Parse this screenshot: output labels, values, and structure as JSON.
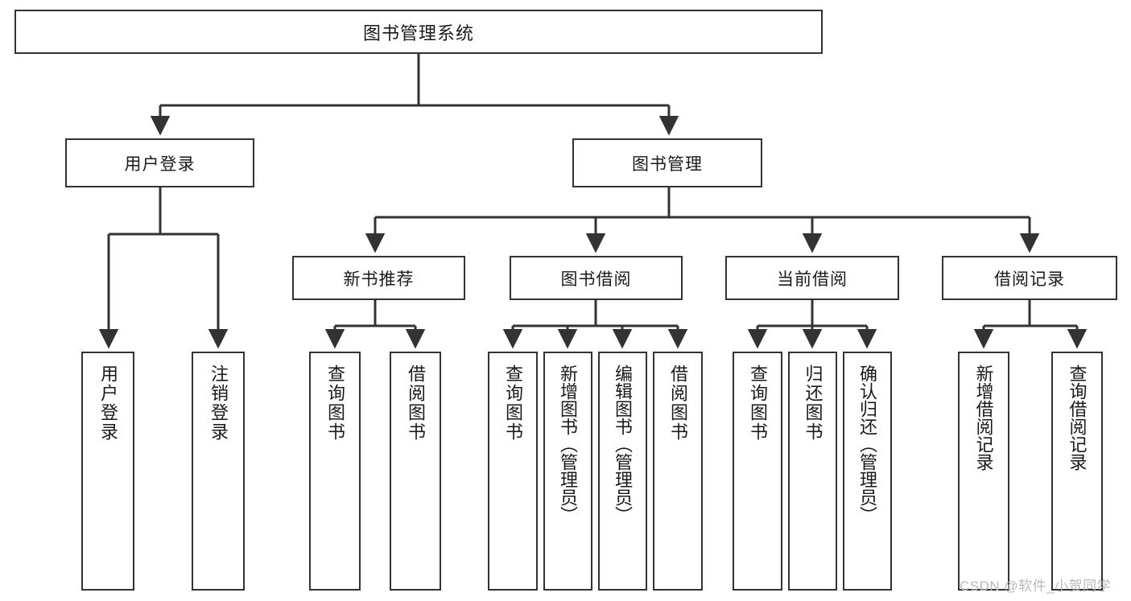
{
  "diagram": {
    "title": "图书管理系统",
    "type": "functional-structure-tree",
    "colors": {
      "box_border": "#333333",
      "box_fill": "#ffffff",
      "edge": "#333333",
      "text": "#1a1a1a",
      "watermark": "#b9b9b9",
      "background": "#ffffff"
    }
  },
  "root": {
    "label": "图书管理系统"
  },
  "level2": [
    {
      "id": "user-login",
      "label": "用户登录"
    },
    {
      "id": "book-manage",
      "label": "图书管理"
    }
  ],
  "level3": [
    {
      "id": "new-book-recommend",
      "label": "新书推荐"
    },
    {
      "id": "book-borrow",
      "label": "图书借阅"
    },
    {
      "id": "current-borrow",
      "label": "当前借阅"
    },
    {
      "id": "borrow-record",
      "label": "借阅记录"
    }
  ],
  "leaves": {
    "user_login": [
      {
        "id": "leaf-user-login",
        "label": "用户登录"
      },
      {
        "id": "leaf-user-logout",
        "label": "注销登录"
      }
    ],
    "new_book_recommend": [
      {
        "id": "leaf-query-book-1",
        "label": "查询图书"
      },
      {
        "id": "leaf-borrow-book-1",
        "label": "借阅图书"
      }
    ],
    "book_borrow": [
      {
        "id": "leaf-query-book-2",
        "label": "查询图书"
      },
      {
        "id": "leaf-add-book",
        "label": "新增图书（管理员）"
      },
      {
        "id": "leaf-edit-book",
        "label": "编辑图书（管理员）"
      },
      {
        "id": "leaf-borrow-book-2",
        "label": "借阅图书"
      }
    ],
    "current_borrow": [
      {
        "id": "leaf-query-book-3",
        "label": "查询图书"
      },
      {
        "id": "leaf-return-book",
        "label": "归还图书"
      },
      {
        "id": "leaf-confirm-return",
        "label": "确认归还（管理员）"
      }
    ],
    "borrow_record": [
      {
        "id": "leaf-add-record",
        "label": "新增借阅记录"
      },
      {
        "id": "leaf-query-record",
        "label": "查询借阅记录"
      }
    ]
  },
  "watermark": {
    "text": "CSDN @软件_小贺同学"
  }
}
